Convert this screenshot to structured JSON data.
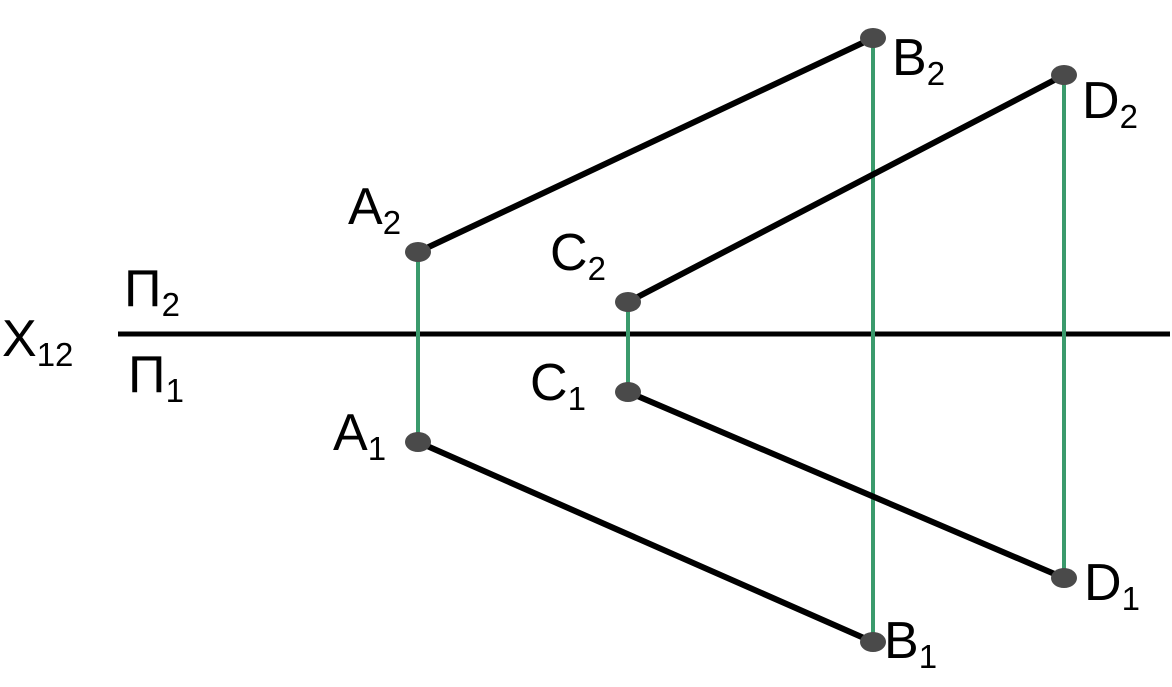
{
  "axis": {
    "name": "X",
    "index": "12"
  },
  "planes": [
    {
      "name": "Π",
      "index": "2"
    },
    {
      "name": "Π",
      "index": "1"
    }
  ],
  "points": [
    {
      "name": "A",
      "index": "2"
    },
    {
      "name": "A",
      "index": "1"
    },
    {
      "name": "B",
      "index": "2"
    },
    {
      "name": "B",
      "index": "1"
    },
    {
      "name": "C",
      "index": "2"
    },
    {
      "name": "C",
      "index": "1"
    },
    {
      "name": "D",
      "index": "2"
    },
    {
      "name": "D",
      "index": "1"
    }
  ],
  "colors": {
    "segment": "#000000",
    "projection_link": "#3a9a6c",
    "point": "#4a4a4a"
  }
}
